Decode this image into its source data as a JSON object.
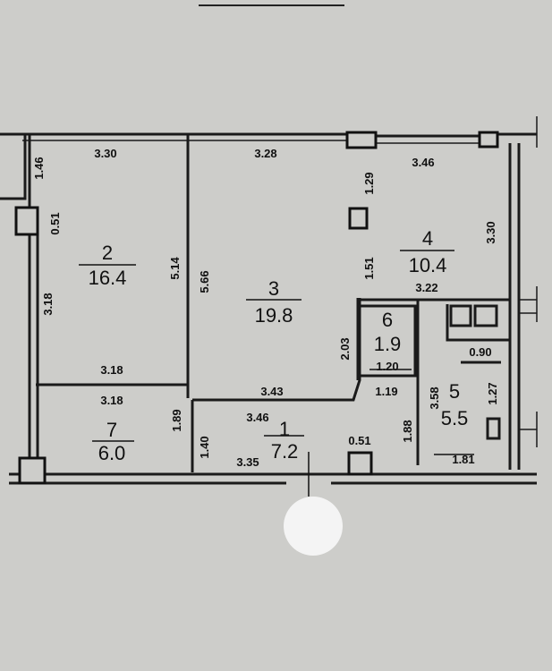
{
  "rooms": [
    {
      "number": "1",
      "area": "7.2"
    },
    {
      "number": "2",
      "area": "16.4"
    },
    {
      "number": "3",
      "area": "19.8"
    },
    {
      "number": "4",
      "area": "10.4"
    },
    {
      "number": "5",
      "area": "5.5"
    },
    {
      "number": "6",
      "area": "1.9"
    },
    {
      "number": "7",
      "area": "6.0"
    }
  ],
  "dimensions": [
    "3.30",
    "3.28",
    "3.46",
    "1.46",
    "0.51",
    "3.18",
    "5.14",
    "5.66",
    "1.29",
    "1.51",
    "3.30",
    "3.22",
    "2.03",
    "0.90",
    "1.20",
    "3.18",
    "3.18",
    "3.43",
    "1.19",
    "3.58",
    "1.27",
    "1.89",
    "1.40",
    "3.46",
    "1.88",
    "0.51",
    "3.35",
    "1.81"
  ]
}
